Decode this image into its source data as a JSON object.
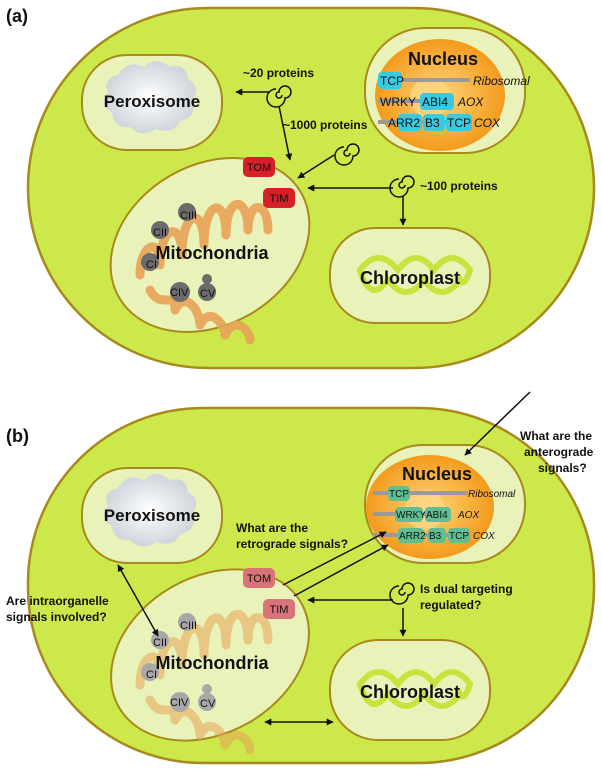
{
  "panel_a": {
    "label": "(a)",
    "organelles": {
      "peroxisome": "Peroxisome",
      "nucleus": "Nucleus",
      "mitochondria": "Mitochondria",
      "chloroplast": "Chloroplast"
    },
    "import_counts": {
      "peroxisome": "~20 proteins",
      "mitochondria": "~1000 proteins",
      "dual": "~100 proteins"
    },
    "import_complexes": {
      "tom": "TOM",
      "tim": "TIM"
    },
    "complexes": {
      "c1": "CI",
      "c2": "CII",
      "c3": "CIII",
      "c4": "CIV",
      "c5": "CV"
    },
    "nucleus_factors": {
      "tcp_top": "TCP",
      "ribosomal": "Ribosomal",
      "wrky": "WRKY",
      "abi4": "ABI4",
      "aox": "AOX",
      "arr2": "ARR2",
      "b3": "B3",
      "tcp_bottom": "TCP",
      "cox": "COX"
    }
  },
  "panel_b": {
    "label": "(b)",
    "organelles": {
      "peroxisome": "Peroxisome",
      "nucleus": "Nucleus",
      "mitochondria": "Mitochondria",
      "chloroplast": "Chloroplast"
    },
    "import_complexes": {
      "tom": "TOM",
      "tim": "TIM"
    },
    "complexes": {
      "c1": "CI",
      "c2": "CII",
      "c3": "CIII",
      "c4": "CIV",
      "c5": "CV"
    },
    "nucleus_factors": {
      "tcp_top": "TCP",
      "ribosomal": "Ribosomal",
      "wrky": "WRKY",
      "abi4": "ABI4",
      "aox": "AOX",
      "arr2": "ARR2",
      "b3": "B3",
      "tcp_bottom": "TCP",
      "cox": "COX"
    },
    "questions": {
      "anterograde_line1": "What are the",
      "anterograde_line2": "anterograde",
      "anterograde_line3": "signals?",
      "retrograde_line1": "What are the",
      "retrograde_line2": "retrograde signals?",
      "intraorganelle_line1": "Are intraorganelle",
      "intraorganelle_line2": "signals involved?",
      "dual_line1": "Is dual targeting",
      "dual_line2": "regulated?"
    }
  },
  "colors": {
    "cell_fill": "#cde84a",
    "cell_stroke": "#a88a1c",
    "organelle_fill": "#e9f3b9",
    "nucleus_orange": "#f4a526",
    "cristae": "#e7a256",
    "tom_tim": "#d52028",
    "complex_gray": "#6b6b6b",
    "factor_cyan": "#39c9e0"
  }
}
